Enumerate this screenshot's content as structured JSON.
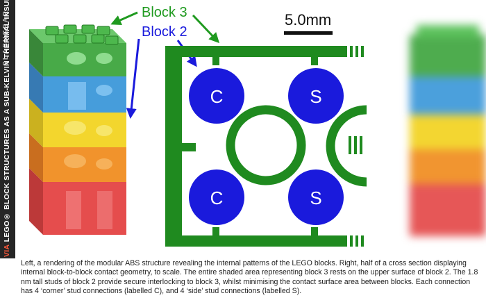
{
  "watermark": "SLASHGEAR",
  "credit": {
    "via": "VIA",
    "text": "LEGO® BLOCK STRUCTURES AS A SUB-KELVIN THERMAL INSULATOR"
  },
  "labels": {
    "block3": "Block 3",
    "block2": "Block 2"
  },
  "scale_bar": {
    "label": "5.0mm"
  },
  "studs": [
    {
      "label": "C"
    },
    {
      "label": "S"
    },
    {
      "label": "C"
    },
    {
      "label": "S"
    }
  ],
  "caption": "Left, a rendering of the modular ABS structure revealing the internal patterns of the LEGO blocks. Right, half of a cross section displaying internal block-to-block contact geometry, to scale. The entire shaded area representing block 3 rests on the upper surface of block 2. The 1.8 nm tall studs of block 2 provide secure interlocking to block 3, whilst minimising the contact surface area between blocks. Each connection has 4 ‘corner’ stud connections (labelled C), and 4 ‘side’ stud connections (labelled S).",
  "colors": {
    "block_green": "#2f9e2f",
    "block_blue": "#2c8fd6",
    "block_yellow": "#f2d21b",
    "block_orange": "#f08a1a",
    "block_red": "#e23a3a",
    "section_green": "#1f8a1f",
    "stud_blue": "#1a1adc",
    "label_green": "#1f9a1f",
    "label_blue": "#1a1adc"
  }
}
